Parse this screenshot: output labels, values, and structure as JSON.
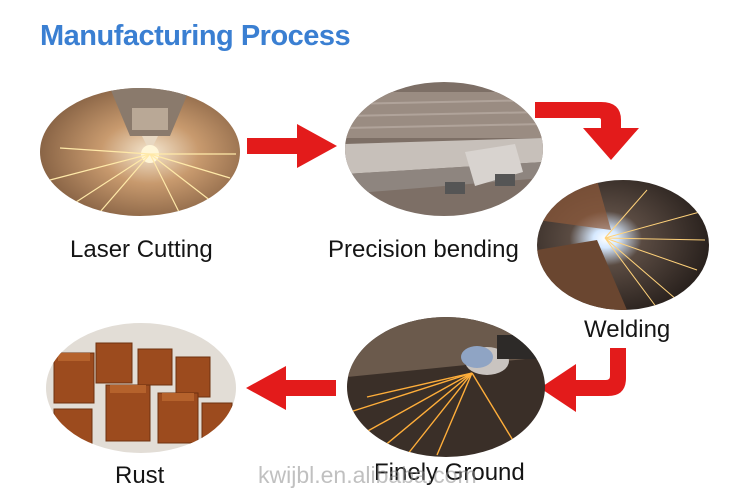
{
  "title": "Manufacturing Process",
  "steps": [
    {
      "label": "Laser Cutting"
    },
    {
      "label": "Precision bending"
    },
    {
      "label": "Welding"
    },
    {
      "label": "Finely Ground"
    },
    {
      "label": "Rust"
    }
  ],
  "watermark": "kwijbl.en.alibaba.com",
  "colors": {
    "title": "#3a7fd2",
    "arrow": "#e31b1b",
    "text": "#151515"
  }
}
